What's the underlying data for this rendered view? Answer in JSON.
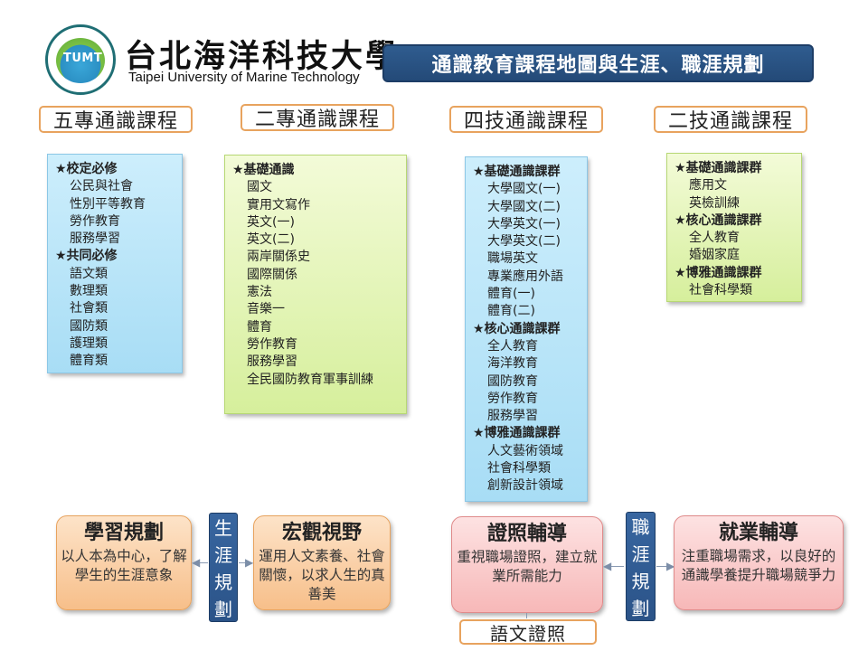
{
  "header": {
    "logo_text": "TUMT",
    "school_name": "台北海洋科技大學",
    "school_name_en": "Taipei University of Marine Technology",
    "title": "通識教育課程地圖與生涯、職涯規劃"
  },
  "categories": {
    "five_year": "五專通識課程",
    "two_year_junior": "二專通識課程",
    "four_year_tech": "四技通識課程",
    "two_year_tech": "二技通識課程"
  },
  "five_year_box": {
    "groups": [
      {
        "title": "★校定必修",
        "items": [
          "公民與社會",
          "性別平等教育",
          "勞作教育",
          "服務學習"
        ]
      },
      {
        "title": "★共同必修",
        "items": [
          "語文類",
          "數理類",
          "社會類",
          "國防類",
          "護理類",
          "體育類"
        ]
      }
    ]
  },
  "two_year_junior_box": {
    "groups": [
      {
        "title": "★基礎通識",
        "items": [
          "國文",
          "實用文寫作",
          "英文(一)",
          "英文(二)",
          "兩岸關係史",
          "國際關係",
          "憲法",
          "音樂一",
          "體育",
          "勞作教育",
          "服務學習",
          "全民國防教育軍事訓練"
        ]
      }
    ]
  },
  "four_year_box": {
    "groups": [
      {
        "title": "★基礎通識課群",
        "items": [
          "大學國文(一)",
          "大學國文(二)",
          "大學英文(一)",
          "大學英文(二)",
          "職場英文",
          "專業應用外語",
          "體育(一)",
          "體育(二)"
        ]
      },
      {
        "title": "★核心通識課群",
        "items": [
          "全人教育",
          "海洋教育",
          "國防教育",
          "勞作教育",
          "服務學習"
        ]
      },
      {
        "title": "★博雅通識課群",
        "items": [
          "人文藝術領域",
          "社會科學類",
          "創新設計領域"
        ]
      }
    ]
  },
  "two_year_tech_box": {
    "groups": [
      {
        "title": "★基礎通識課群",
        "items": [
          "應用文",
          "英檢訓練"
        ]
      },
      {
        "title": "★核心通識課群",
        "items": [
          "全人教育",
          "婚姻家庭"
        ]
      },
      {
        "title": "★博雅通識課群",
        "items": [
          "社會科學類"
        ]
      }
    ]
  },
  "planning": {
    "learning": {
      "title": "學習規劃",
      "desc": "以人本為中心，了解學生的生涯意象"
    },
    "life_bar": [
      "生",
      "涯",
      "規",
      "劃"
    ],
    "vision": {
      "title": "宏觀視野",
      "desc": "運用人文素養、社會關懷，以求人生的真善美"
    },
    "cert": {
      "title": "證照輔導",
      "desc": "重視職場證照，建立就業所需能力"
    },
    "career_bar": [
      "職",
      "涯",
      "規",
      "劃"
    ],
    "employment": {
      "title": "就業輔導",
      "desc": "注重職場需求，以良好的通識學養提升職場競爭力"
    },
    "language_cert": "語文證照"
  },
  "colors": {
    "banner": "#2f5c8f",
    "header_border": "#e8a35e",
    "blue_box": "#bfe8fa",
    "green_box": "#e6f5b8",
    "orange_box": "#fbd3a9",
    "red_box": "#fbcaca"
  }
}
